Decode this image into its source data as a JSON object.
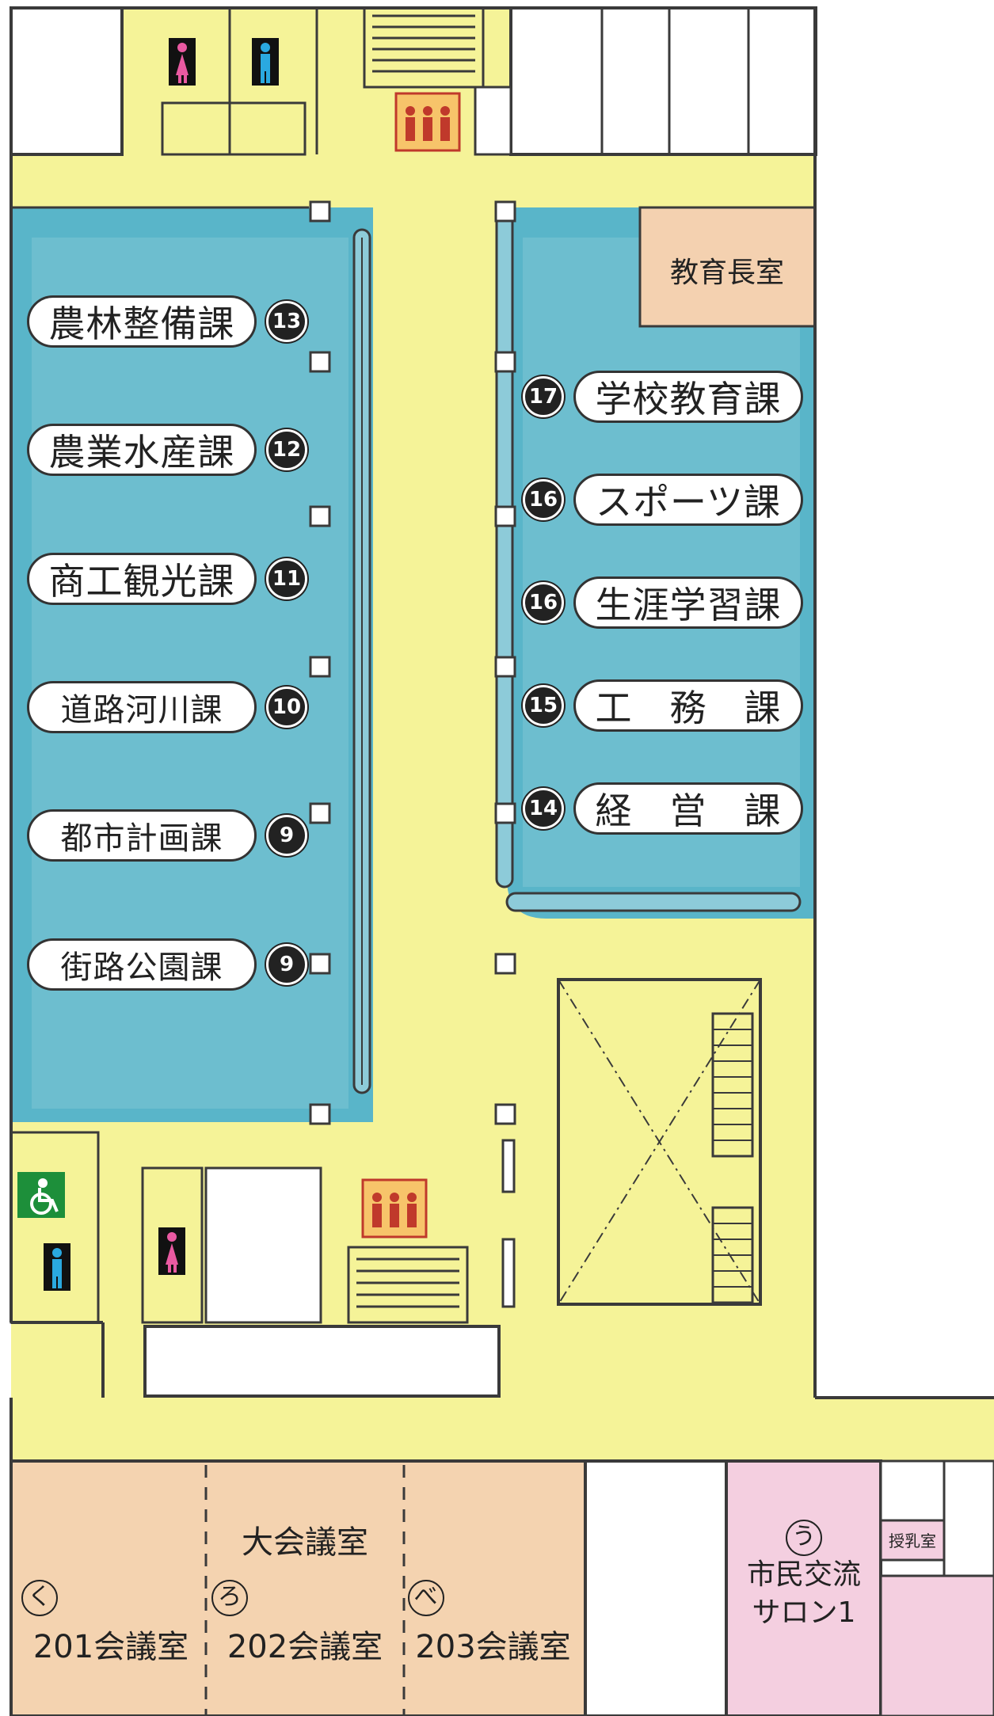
{
  "title": "",
  "colors": {
    "corridor": "#f5f398",
    "office": "#59b5c9",
    "office_light": "#9fd6e3",
    "chief_room": "#f4d1b0",
    "meeting_room": "#f4d3b0",
    "salon": "#f4cfe0",
    "blank": "#ffffff",
    "wall": "#3a3a3a"
  },
  "left_offices": [
    {
      "label": "農林整備課",
      "number": "13"
    },
    {
      "label": "農業水産課",
      "number": "12"
    },
    {
      "label": "商工観光課",
      "number": "11"
    },
    {
      "label": "道路河川課",
      "number": "10"
    },
    {
      "label": "都市計画課",
      "number": "9"
    },
    {
      "label": "街路公園課",
      "number": "9"
    }
  ],
  "right_offices": [
    {
      "label": "学校教育課",
      "number": "17"
    },
    {
      "label": "スポーツ課",
      "number": "16"
    },
    {
      "label": "生涯学習課",
      "number": "16"
    },
    {
      "label": "工　務　課",
      "number": "15"
    },
    {
      "label": "経　営　課",
      "number": "14"
    }
  ],
  "chief_room": "教育長室",
  "meeting_rooms": {
    "large": "大会議室",
    "rooms": [
      {
        "mark": "く",
        "name": "201会議室"
      },
      {
        "mark": "ろ",
        "name": "202会議室"
      },
      {
        "mark": "べ",
        "name": "203会議室"
      }
    ]
  },
  "salon": {
    "mark": "う",
    "line1": "市民交流",
    "line2": "サロン1"
  },
  "nursing_room": "授乳室",
  "icons": [
    "female-restroom-icon",
    "male-restroom-icon",
    "elevator-icon",
    "stairs-icon",
    "wheelchair-accessible-icon",
    "atrium-void-icon"
  ]
}
